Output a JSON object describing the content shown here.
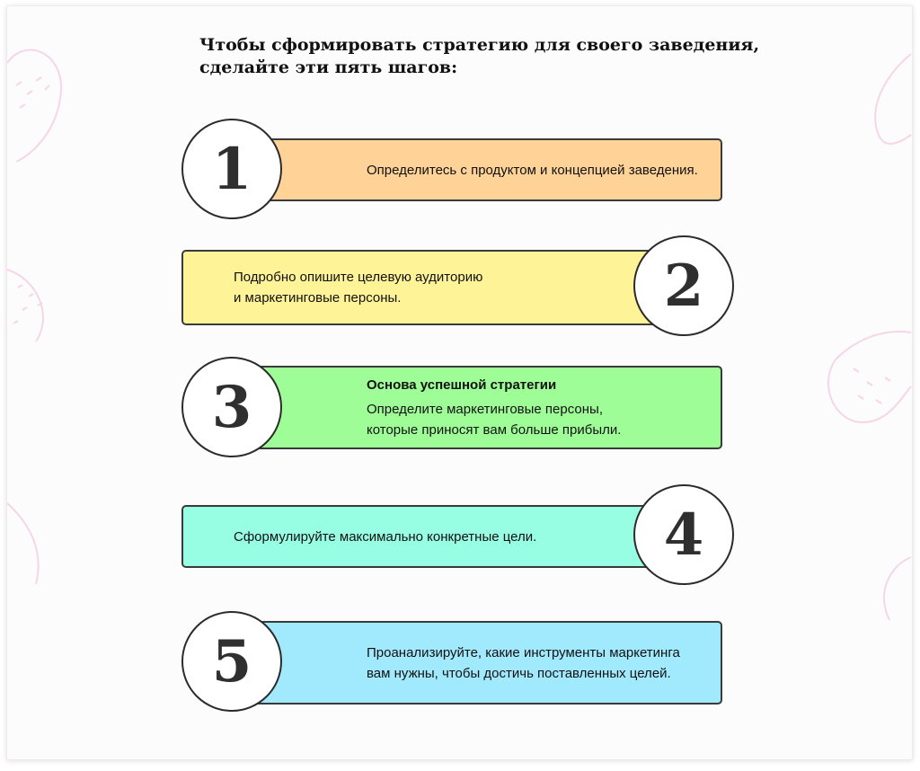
{
  "title": {
    "line1": "Чтобы сформировать стратегию для своего заведения,",
    "line2": "сделайте эти пять шагов:"
  },
  "steps": [
    {
      "number": "1",
      "color": "#ffd397",
      "lines": [
        "Определитесь с продуктом и концепцией заведения."
      ]
    },
    {
      "number": "2",
      "color": "#fff398",
      "lines": [
        "Подробно опишите целевую аудиторию",
        "и маркетинговые персоны."
      ]
    },
    {
      "number": "3",
      "color": "#9ffd98",
      "heading": "Основа успешной стратегии",
      "lines": [
        "Определите маркетинговые персоны,",
        "которые приносят вам больше прибыли."
      ]
    },
    {
      "number": "4",
      "color": "#97fde3",
      "lines": [
        "Сформулируйте максимально конкретные цели."
      ]
    },
    {
      "number": "5",
      "color": "#a1e9fc",
      "lines": [
        "Проанализируйте, какие инструменты маркетинга",
        "вам нужны, чтобы достичь поставленных целей."
      ]
    }
  ],
  "decoration_color": "#f6d6e6"
}
